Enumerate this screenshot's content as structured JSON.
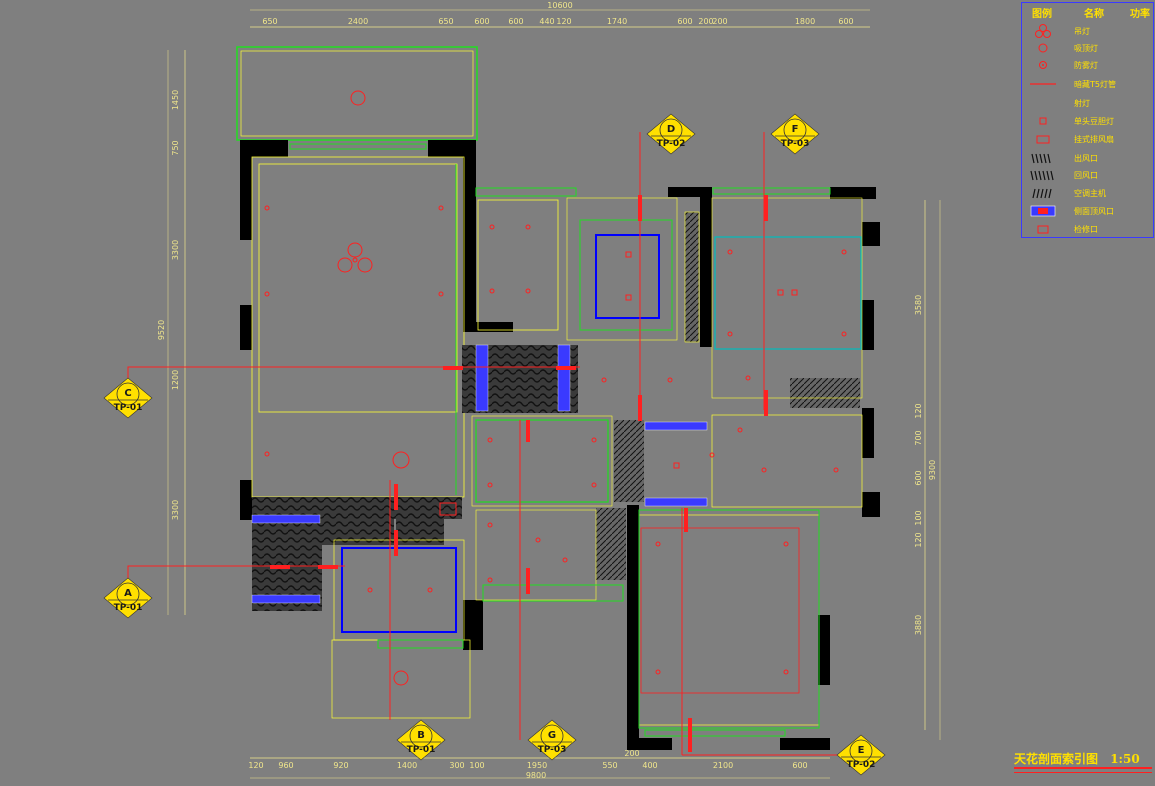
{
  "title": "天花剖面索引图",
  "scale": "1:50",
  "dims_top_total": "10600",
  "dims_top": [
    "650",
    "2400",
    "650",
    "600",
    "600",
    "440",
    "120",
    "1740",
    "600",
    "200",
    "200",
    "1800",
    "600"
  ],
  "dims_bottom": [
    "120",
    "960",
    "920",
    "1400",
    "300",
    "100",
    "1950",
    "550",
    "200",
    "400",
    "2100",
    "600"
  ],
  "dims_bottom_total": "9800",
  "dims_left": [
    "1450",
    "750",
    "3300",
    "9520",
    "1200",
    "3300"
  ],
  "dims_right": [
    "3580",
    "120",
    "700",
    "600",
    "100",
    "9300",
    "120",
    "3880"
  ],
  "section_tags": [
    {
      "letter": "C",
      "code": "TP-01"
    },
    {
      "letter": "A",
      "code": "TP-01"
    },
    {
      "letter": "D",
      "code": "TP-02"
    },
    {
      "letter": "F",
      "code": "TP-03"
    },
    {
      "letter": "B",
      "code": "TP-01"
    },
    {
      "letter": "G",
      "code": "TP-03"
    },
    {
      "letter": "E",
      "code": "TP-02"
    }
  ],
  "legend": {
    "header_symbol": "图例",
    "header_name": "名称",
    "header_power": "功率",
    "items": [
      {
        "icon": "chandelier-icon",
        "name": "吊灯"
      },
      {
        "icon": "ceiling-light-icon",
        "name": "吸顶灯"
      },
      {
        "icon": "moisture-proof-light-icon",
        "name": "防雾灯"
      },
      {
        "icon": "led-strip-icon",
        "name": "暗藏T5灯管"
      },
      {
        "icon": "spotlight-icon",
        "name": "射灯"
      },
      {
        "icon": "downlight-icon",
        "name": "单头豆胆灯"
      },
      {
        "icon": "exhaust-fan-icon",
        "name": "挂式排风扇"
      },
      {
        "icon": "outlet-vent-icon",
        "name": "出风口"
      },
      {
        "icon": "return-vent-icon",
        "name": "回风口"
      },
      {
        "icon": "ac-unit-icon",
        "name": "空调主机"
      },
      {
        "icon": "louver-vent-icon",
        "name": "侧面顶风口"
      },
      {
        "icon": "access-hatch-icon",
        "name": "检修口"
      }
    ]
  },
  "colors": {
    "background": "#7f7f7f",
    "wall": "#000000",
    "outline": "#ffff33",
    "ceiling_edge": "#22dd22",
    "section_line": "#ff2020",
    "panel": "#0000ff",
    "cyan": "#00bcbc",
    "dimension": "#f0e68c"
  }
}
